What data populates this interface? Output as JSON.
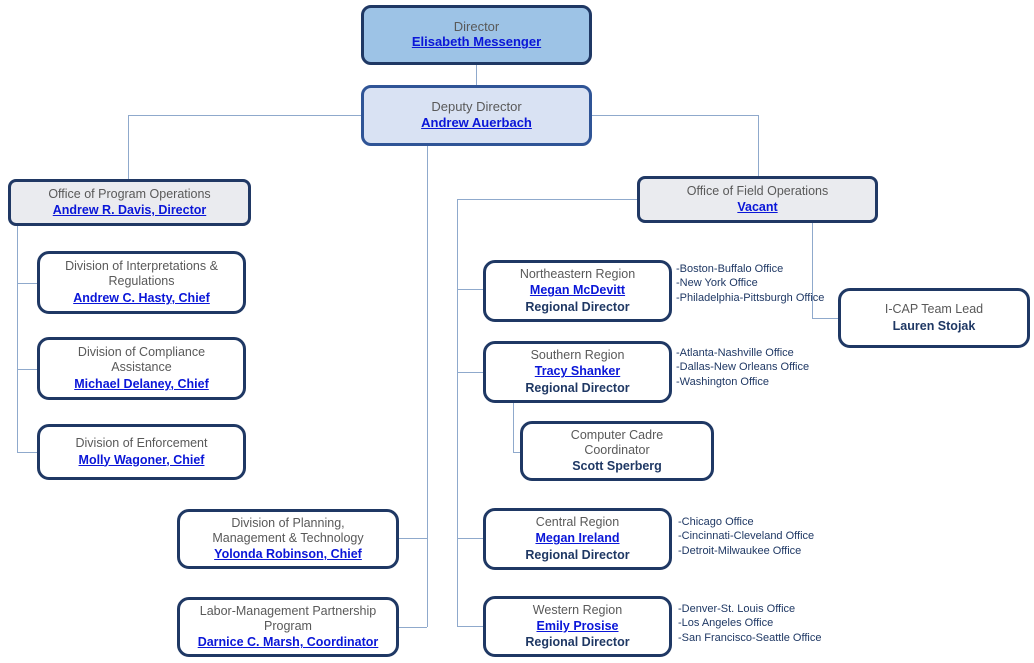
{
  "palette": {
    "dark_border": "#1F3864",
    "deputy_border": "#2F5496",
    "director_fill": "#9DC3E6",
    "deputy_fill": "#D9E2F3",
    "office_fill": "#EAEBEF",
    "connector": "#8FA9CC",
    "link_blue": "#0A16D8",
    "title_gray": "#595959"
  },
  "org": {
    "director": {
      "title": "Director",
      "name": "Elisabeth Messenger"
    },
    "deputy": {
      "title": "Deputy Director",
      "name": "Andrew Auerbach"
    },
    "program_ops": {
      "title": "Office of Program Operations",
      "name": "Andrew R. Davis, Director"
    },
    "interpretations": {
      "title": "Division of Interpretations &\nRegulations",
      "name": "Andrew C. Hasty, Chief"
    },
    "compliance": {
      "title": "Division of Compliance\nAssistance",
      "name": "Michael Delaney, Chief"
    },
    "enforcement": {
      "title": "Division of Enforcement",
      "name": "Molly Wagoner, Chief"
    },
    "planning": {
      "title": "Division of Planning,\nManagement & Technology",
      "name": "Yolonda Robinson, Chief"
    },
    "labor": {
      "title": "Labor-Management Partnership\nProgram",
      "name": "Darnice C. Marsh, Coordinator"
    },
    "field_ops": {
      "title": "Office of Field Operations",
      "name": "Vacant"
    },
    "northeastern": {
      "title": "Northeastern Region",
      "name": "Megan McDevitt",
      "role": "Regional Director",
      "offices": [
        "-Boston-Buffalo Office",
        "-New York Office",
        "-Philadelphia-Pittsburgh Office"
      ]
    },
    "southern": {
      "title": "Southern Region",
      "name": "Tracy Shanker",
      "role": "Regional Director",
      "offices": [
        "-Atlanta-Nashville Office",
        "-Dallas-New Orleans Office",
        "-Washington Office"
      ]
    },
    "computer_cadre": {
      "title": "Computer Cadre\nCoordinator",
      "name": "Scott Sperberg"
    },
    "central": {
      "title": "Central Region",
      "name": "Megan Ireland",
      "role": "Regional Director",
      "offices": [
        "-Chicago Office",
        "-Cincinnati-Cleveland Office",
        "-Detroit-Milwaukee Office"
      ]
    },
    "western": {
      "title": "Western Region",
      "name": "Emily Prosise",
      "role": "Regional Director",
      "offices": [
        "-Denver-St. Louis Office",
        "-Los Angeles Office",
        "-San Francisco-Seattle Office"
      ]
    },
    "icap": {
      "title": "I-CAP Team Lead",
      "name": "Lauren Stojak"
    }
  }
}
